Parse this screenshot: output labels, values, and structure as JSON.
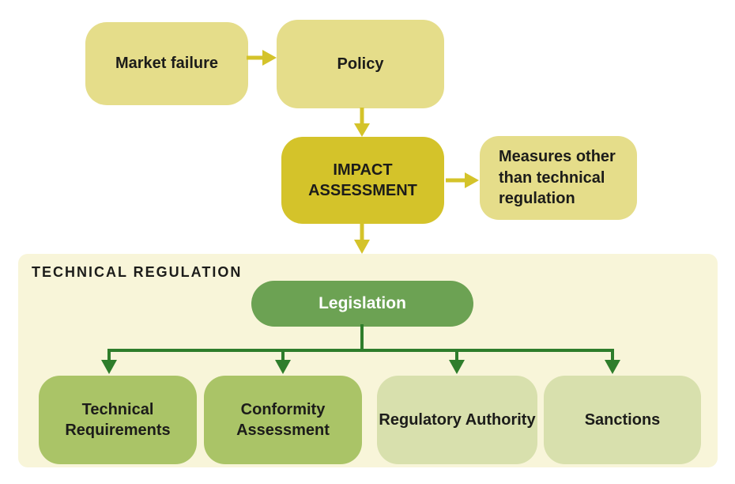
{
  "diagram": {
    "title": "TECHNICAL REGULATION",
    "nodes": {
      "market_failure": {
        "label": "Market failure"
      },
      "policy": {
        "label": "Policy"
      },
      "impact_assessment": {
        "label": "IMPACT ASSESSMENT"
      },
      "measures_other": {
        "label": "Measures other than technical regulation"
      },
      "legislation": {
        "label": "Legislation"
      },
      "technical_requirements": {
        "label": "Technical Requirements"
      },
      "conformity_assessment": {
        "label": "Conformity Assessment"
      },
      "regulatory_authority": {
        "label": "Regulatory Authority"
      },
      "sanctions": {
        "label": "Sanctions"
      }
    },
    "edges": [
      {
        "from": "market_failure",
        "to": "policy"
      },
      {
        "from": "policy",
        "to": "impact_assessment"
      },
      {
        "from": "impact_assessment",
        "to": "measures_other"
      },
      {
        "from": "impact_assessment",
        "to": "technical_regulation_panel"
      },
      {
        "from": "legislation",
        "to": "technical_requirements"
      },
      {
        "from": "legislation",
        "to": "conformity_assessment"
      },
      {
        "from": "legislation",
        "to": "regulatory_authority"
      },
      {
        "from": "legislation",
        "to": "sanctions"
      }
    ]
  },
  "colors": {
    "background": "#ffffff",
    "light_yellow": "#e5dd8a",
    "gold": "#d4c32a",
    "cream_panel": "#f8f5d9",
    "green": "#6ca253",
    "dark_green": "#2e7d2b",
    "medium_green": "#aac467",
    "pale_green": "#d8e0ad",
    "text_dark": "#1c1c1a",
    "text_light": "#ffffff"
  }
}
